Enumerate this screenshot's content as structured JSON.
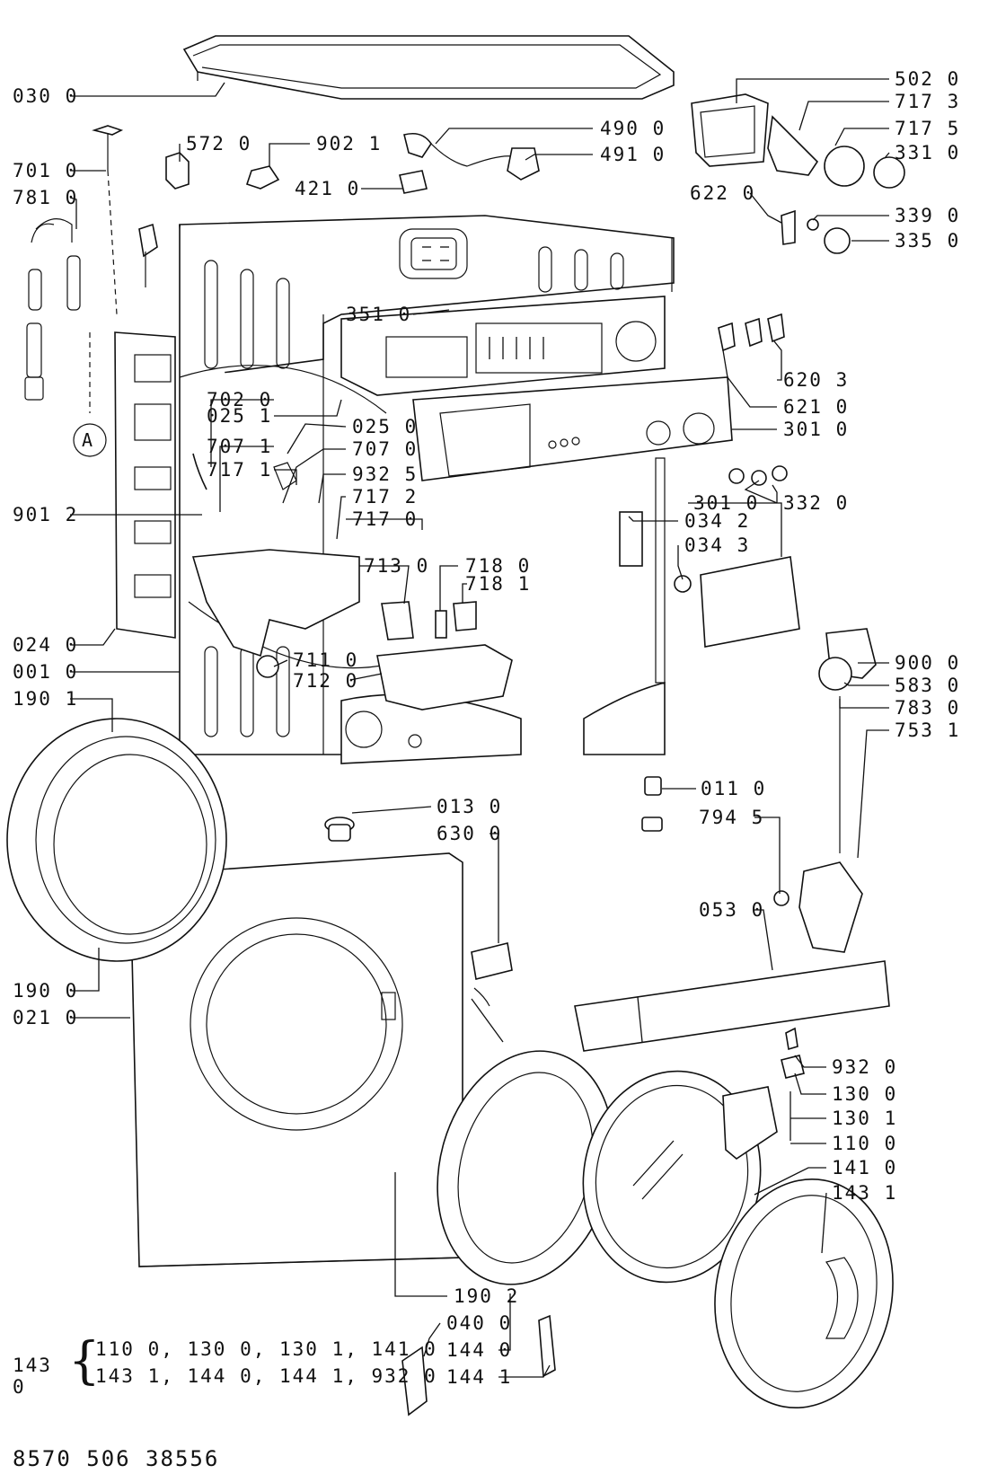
{
  "labels": [
    {
      "id": "030-0",
      "text": "030 0"
    },
    {
      "id": "572-0",
      "text": "572 0"
    },
    {
      "id": "902-1",
      "text": "902 1"
    },
    {
      "id": "490-0",
      "text": "490 0"
    },
    {
      "id": "491-0",
      "text": "491 0"
    },
    {
      "id": "421-0",
      "text": "421 0"
    },
    {
      "id": "701-0",
      "text": "701 0"
    },
    {
      "id": "781-0",
      "text": "781 0"
    },
    {
      "id": "502-0",
      "text": "502 0"
    },
    {
      "id": "717-3",
      "text": "717 3"
    },
    {
      "id": "717-5",
      "text": "717 5"
    },
    {
      "id": "331-0",
      "text": "331 0"
    },
    {
      "id": "622-0",
      "text": "622 0"
    },
    {
      "id": "339-0",
      "text": "339 0"
    },
    {
      "id": "335-0",
      "text": "335 0"
    },
    {
      "id": "351-0",
      "text": "351 0"
    },
    {
      "id": "620-3",
      "text": "620 3"
    },
    {
      "id": "621-0",
      "text": "621 0"
    },
    {
      "id": "301-0a",
      "text": "301 0"
    },
    {
      "id": "702-0",
      "text": "702 0"
    },
    {
      "id": "025-1",
      "text": "025 1"
    },
    {
      "id": "025-0",
      "text": "025 0"
    },
    {
      "id": "707-1",
      "text": "707 1"
    },
    {
      "id": "707-0",
      "text": "707 0"
    },
    {
      "id": "717-1",
      "text": "717 1"
    },
    {
      "id": "932-5",
      "text": "932 5"
    },
    {
      "id": "717-2",
      "text": "717 2"
    },
    {
      "id": "717-0",
      "text": "717 0"
    },
    {
      "id": "901-2",
      "text": "901 2"
    },
    {
      "id": "332-0",
      "text": "332 0"
    },
    {
      "id": "301-0b",
      "text": "301 0"
    },
    {
      "id": "034-2",
      "text": "034 2"
    },
    {
      "id": "034-3",
      "text": "034 3"
    },
    {
      "id": "713-0",
      "text": "713 0"
    },
    {
      "id": "718-0",
      "text": "718 0"
    },
    {
      "id": "718-1",
      "text": "718 1"
    },
    {
      "id": "024-0",
      "text": "024 0"
    },
    {
      "id": "001-0",
      "text": "001 0"
    },
    {
      "id": "711-0",
      "text": "711 0"
    },
    {
      "id": "712-0",
      "text": "712 0"
    },
    {
      "id": "190-1",
      "text": "190 1"
    },
    {
      "id": "900-0",
      "text": "900 0"
    },
    {
      "id": "583-0",
      "text": "583 0"
    },
    {
      "id": "783-0",
      "text": "783 0"
    },
    {
      "id": "753-1",
      "text": "753 1"
    },
    {
      "id": "011-0",
      "text": "011 0"
    },
    {
      "id": "794-5",
      "text": "794 5"
    },
    {
      "id": "013-0",
      "text": "013 0"
    },
    {
      "id": "630-0",
      "text": "630 0"
    },
    {
      "id": "053-0",
      "text": "053 0"
    },
    {
      "id": "190-0",
      "text": "190 0"
    },
    {
      "id": "021-0",
      "text": "021 0"
    },
    {
      "id": "932-0",
      "text": "932 0"
    },
    {
      "id": "130-0",
      "text": "130 0"
    },
    {
      "id": "130-1",
      "text": "130 1"
    },
    {
      "id": "110-0",
      "text": "110 0"
    },
    {
      "id": "141-0",
      "text": "141 0"
    },
    {
      "id": "143-1",
      "text": "143 1"
    },
    {
      "id": "190-2",
      "text": "190 2"
    },
    {
      "id": "040-0",
      "text": "040 0"
    },
    {
      "id": "144-0",
      "text": "144 0"
    },
    {
      "id": "144-1",
      "text": "144 1"
    }
  ],
  "marker": "A",
  "kit": {
    "key": "143 0",
    "line1": "110 0, 130 0, 130 1, 141 0",
    "line2": "143 1, 144 0, 144 1, 932 0"
  },
  "document_number": "8570 506 38556"
}
